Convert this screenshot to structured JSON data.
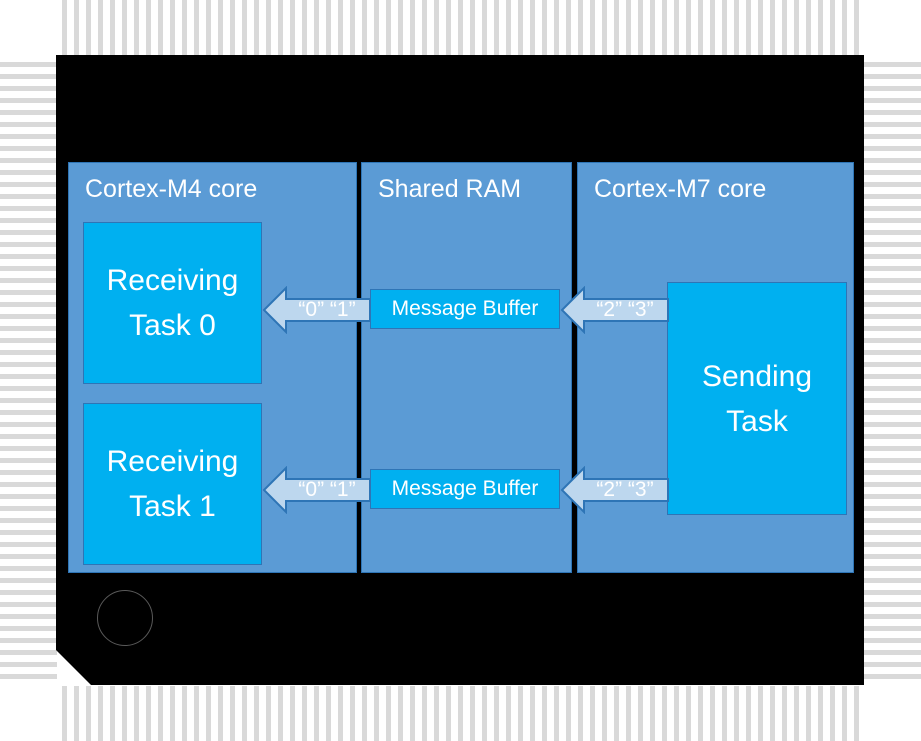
{
  "diagram": {
    "panels": [
      {
        "id": "m4",
        "title": "Cortex-M4 core"
      },
      {
        "id": "ram",
        "title": "Shared RAM"
      },
      {
        "id": "m7",
        "title": "Cortex-M7 core"
      }
    ],
    "receiving_tasks": [
      {
        "label": "Receiving\nTask 0"
      },
      {
        "label": "Receiving\nTask 1"
      }
    ],
    "sending_task": {
      "label": "Sending\nTask"
    },
    "message_buffers": [
      {
        "label": "Message Buffer"
      },
      {
        "label": "Message Buffer"
      }
    ],
    "arrows": [
      {
        "label": "“0” “1”"
      },
      {
        "label": "“2” “3”"
      },
      {
        "label": "“0” “1”"
      },
      {
        "label": "“2” “3”"
      }
    ]
  },
  "colors": {
    "chip": "#000000",
    "panel": "#5b9bd5",
    "task": "#00b0f0",
    "arrow_fill": "#bdd7ee",
    "border": "#2e75b6",
    "pins": "#d9d9d9"
  }
}
